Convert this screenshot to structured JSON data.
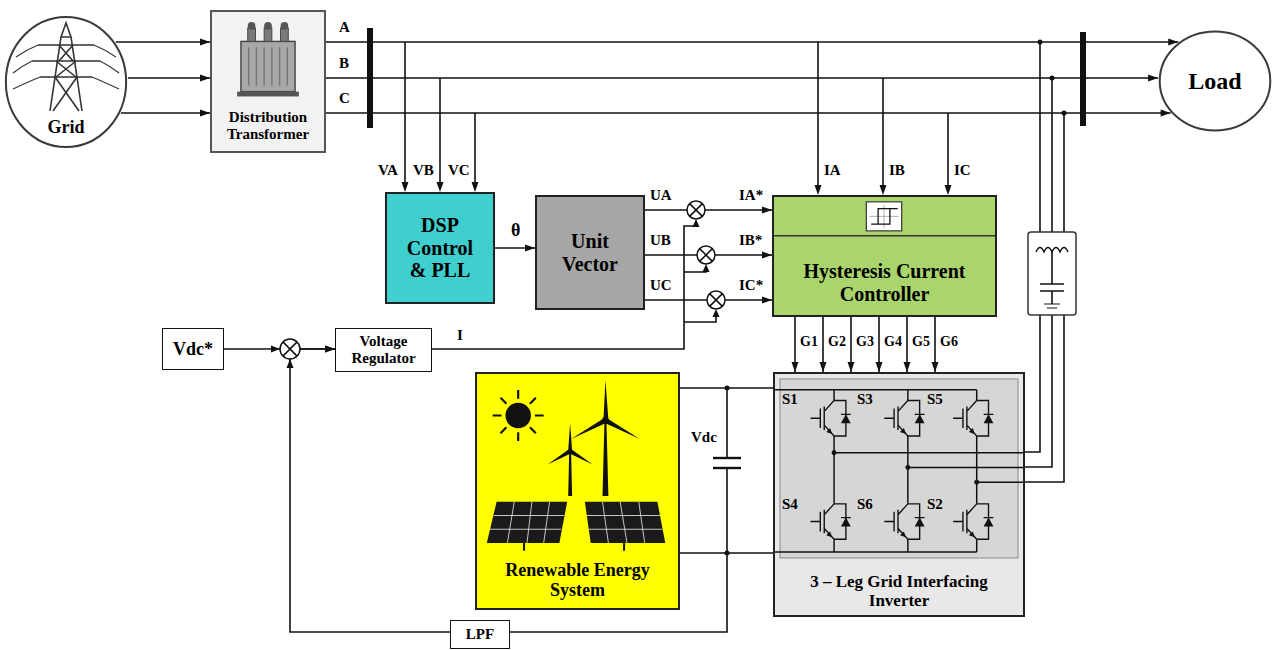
{
  "diagram": {
    "nodes": [
      {
        "text": [
          "Grid"
        ]
      },
      {
        "text": [
          "Distribution Transformer"
        ]
      },
      {
        "text": [
          "Load"
        ]
      },
      {
        "text": [
          "DSP Control & PLL"
        ]
      },
      {
        "text": [
          "Unit Vector"
        ]
      },
      {
        "text": [
          "Hysteresis Current Controller"
        ]
      },
      {
        "text": [
          "Vdc*"
        ]
      },
      {
        "text": [
          "Voltage Regulator"
        ]
      },
      {
        "text": [
          "Renewable Energy System"
        ]
      },
      {
        "text": [
          "3 – Leg Grid Interfacing Inverter"
        ]
      },
      {
        "text": [
          "LPF"
        ]
      }
    ],
    "edges": [
      {
        "from": 0,
        "to": 1,
        "arrow": "to"
      },
      {
        "from": 0,
        "to": 1,
        "arrow": "to"
      },
      {
        "from": 0,
        "to": 1,
        "arrow": "to"
      },
      {
        "from": 1,
        "to": 2,
        "arrow": "to"
      },
      {
        "from": 1,
        "to": 2,
        "arrow": "to"
      },
      {
        "from": 1,
        "to": 2,
        "arrow": "to"
      },
      {
        "from": 3,
        "to": 4,
        "label": "θ",
        "arrow": "to"
      },
      {
        "from": 4,
        "to": 5,
        "arrow": "to"
      },
      {
        "from": 4,
        "to": 5,
        "arrow": "to"
      },
      {
        "from": 4,
        "to": 5,
        "arrow": "to"
      },
      {
        "from": 5,
        "to": 9,
        "label": "G1",
        "arrow": "to"
      },
      {
        "from": 5,
        "to": 9,
        "label": "G2",
        "arrow": "to"
      },
      {
        "from": 5,
        "to": 9,
        "label": "G3",
        "arrow": "to"
      },
      {
        "from": 5,
        "to": 9,
        "label": "G4",
        "arrow": "to"
      },
      {
        "from": 5,
        "to": 9,
        "label": "G5",
        "arrow": "to"
      },
      {
        "from": 5,
        "to": 9,
        "label": "G6",
        "arrow": "to"
      },
      {
        "from": 6,
        "to": 7,
        "arrow": "to"
      },
      {
        "from": 10,
        "to": 7,
        "arrow": "to"
      },
      {
        "from": 8,
        "to": 9,
        "arrow": "none"
      },
      {
        "from": 8,
        "to": 9,
        "arrow": "none"
      }
    ],
    "labels": [
      "A",
      "B",
      "C",
      "VA",
      "VB",
      "VC",
      "IA",
      "IB",
      "IC",
      "UA",
      "UB",
      "UC",
      "IA*",
      "IB*",
      "IC*",
      "I",
      "Vdc",
      "S1",
      "S3",
      "S5",
      "S4",
      "S6",
      "S2"
    ]
  }
}
